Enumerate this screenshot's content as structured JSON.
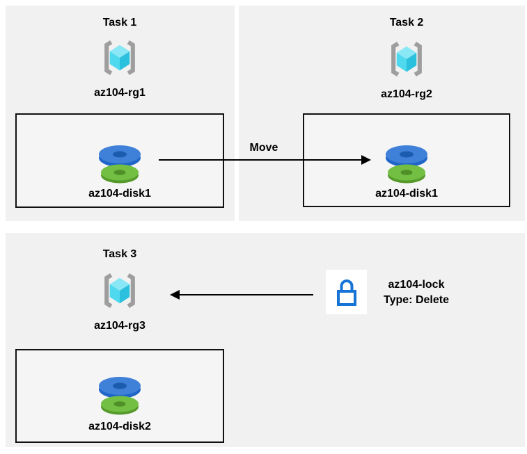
{
  "diagram": {
    "tasks": [
      {
        "title": "Task 1",
        "resource_group": "az104-rg1",
        "disk_label": "az104-disk1"
      },
      {
        "title": "Task 2",
        "resource_group": "az104-rg2",
        "disk_label": "az104-disk1"
      },
      {
        "title": "Task 3",
        "resource_group": "az104-rg3",
        "disk_label": "az104-disk2"
      }
    ],
    "move_label": "Move",
    "lock": {
      "name": "az104-lock",
      "type": "Type: Delete"
    },
    "icons": {
      "resource_group": "azure-resource-group-icon",
      "disk": "azure-managed-disk-icon",
      "lock": "lock-icon",
      "move_arrow": "right-arrow-icon",
      "lock_arrow": "left-arrow-icon"
    },
    "colors": {
      "panel_bg": "#f1f1f1",
      "box_bg": "#f5f5f5",
      "box_border": "#111111",
      "arrow": "#000000",
      "lock_blue": "#1573d6",
      "bracket_gray": "#9e9e9e",
      "cube_top": "#8ae7f5",
      "cube_left": "#4fd9ee",
      "cube_right": "#2bc0de",
      "disk_blue_top": "#3f80d8",
      "disk_blue_side": "#2066c9",
      "disk_blue_hole": "#1c5cae",
      "disk_green_top": "#72bf44",
      "disk_green_side": "#569a2c",
      "disk_green_hole": "#508f28"
    }
  }
}
